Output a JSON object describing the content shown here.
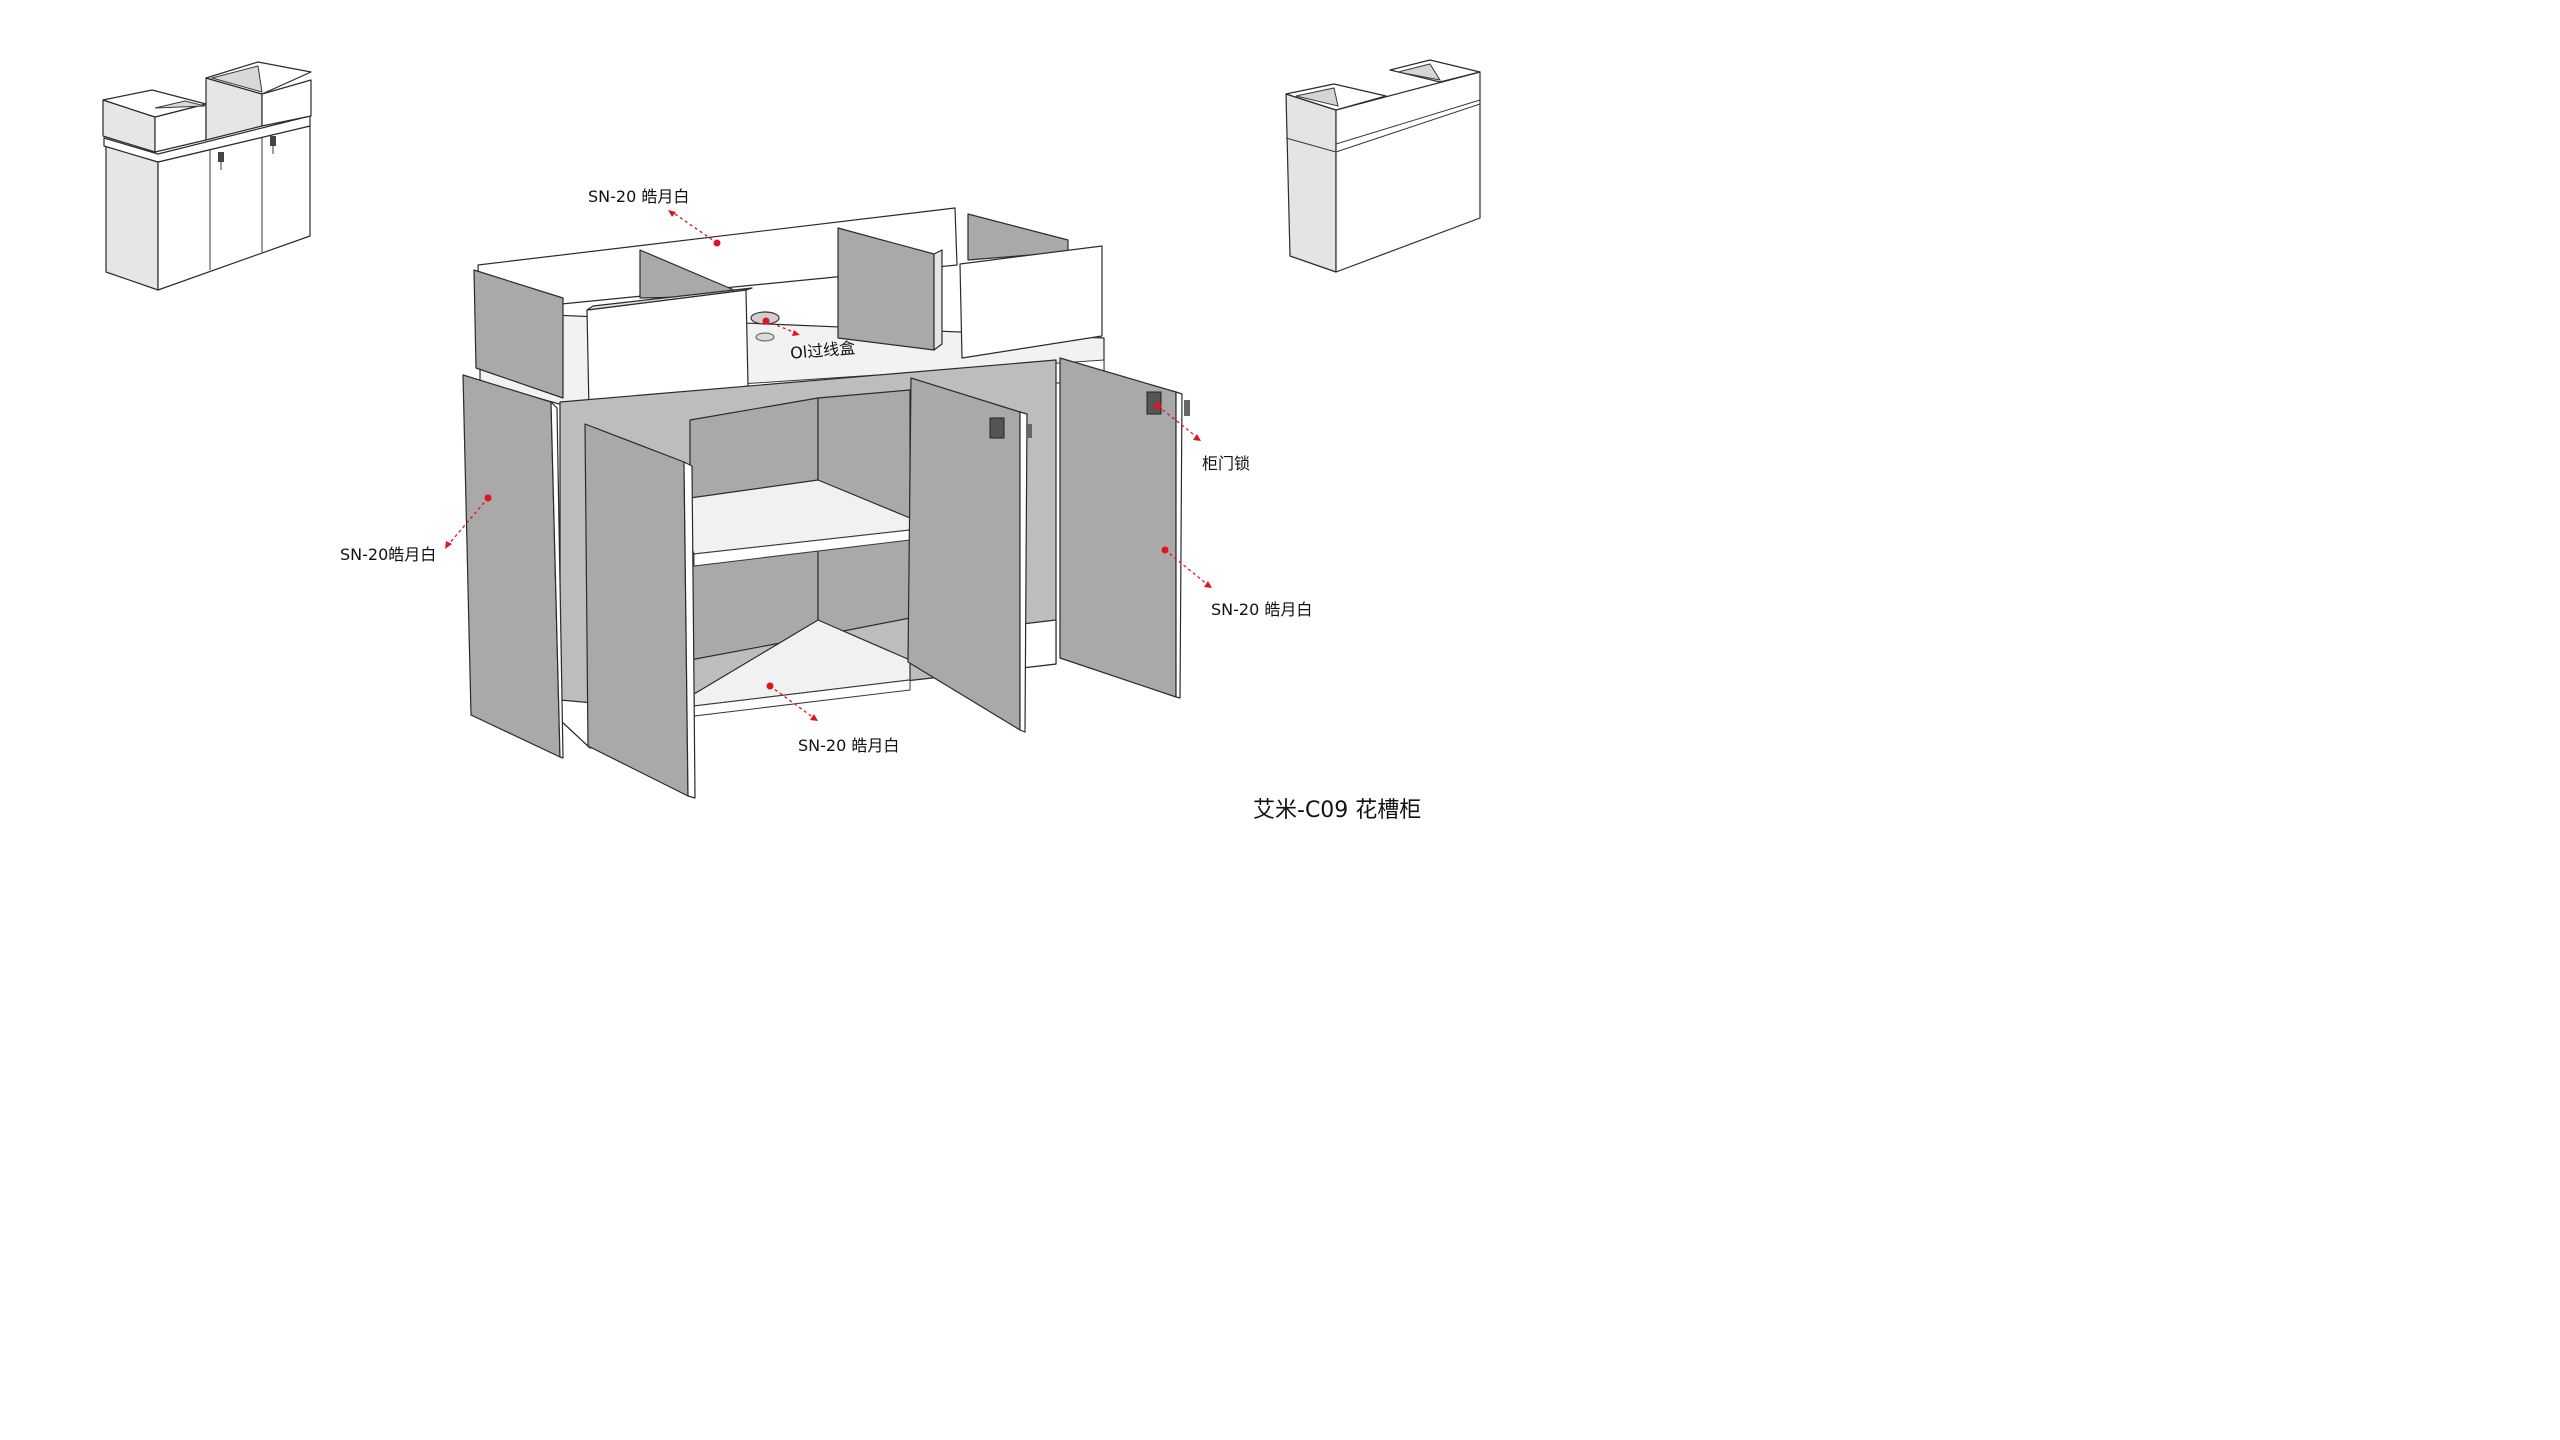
{
  "labels": {
    "top_panel": "SN-20 皓月白",
    "cable_box": "Ol过线盒",
    "door_lock": "柜门锁",
    "left_door": "SN-20皓月白",
    "right_door": "SN-20 皓月白",
    "bottom_shelf": "SN-20 皓月白"
  },
  "title": "艾米-C09 花槽柜",
  "colors": {
    "panel_gray": "#a9a9a9",
    "panel_white": "#ffffff",
    "panel_light": "#e9e9e9",
    "line": "#2b2b2b",
    "marker": "#e0141e"
  }
}
